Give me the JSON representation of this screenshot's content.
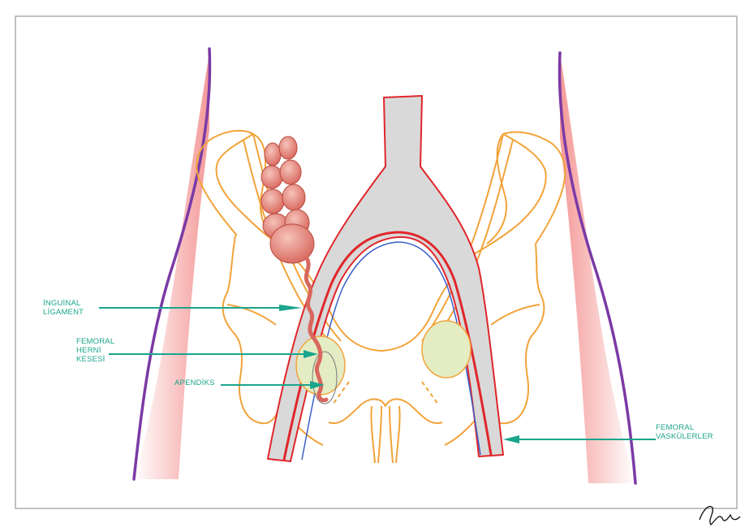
{
  "labels": {
    "inguinal_line1": "İNGUİNAL",
    "inguinal_line2": "LİGAMENT",
    "femoral_hernia_line1": "FEMORAL",
    "femoral_hernia_line2": "HERNİ",
    "femoral_hernia_line3": "KESESİ",
    "appendix": "APENDİKS",
    "femoral_vessels_line1": "FEMORAL",
    "femoral_vessels_line2": "VASKÜLERLER"
  },
  "colors": {
    "label_arrow": "#1aa58c",
    "bone": "#f2a33a",
    "artery": "#e0262b",
    "vein": "#3a5fc7",
    "vessel_fill": "#d9d9d9",
    "skin_outline": "#7b3aa6",
    "hernia_sac": "#e4ecc4",
    "colon": "#e58a80",
    "frame": "#9a9a9a"
  }
}
